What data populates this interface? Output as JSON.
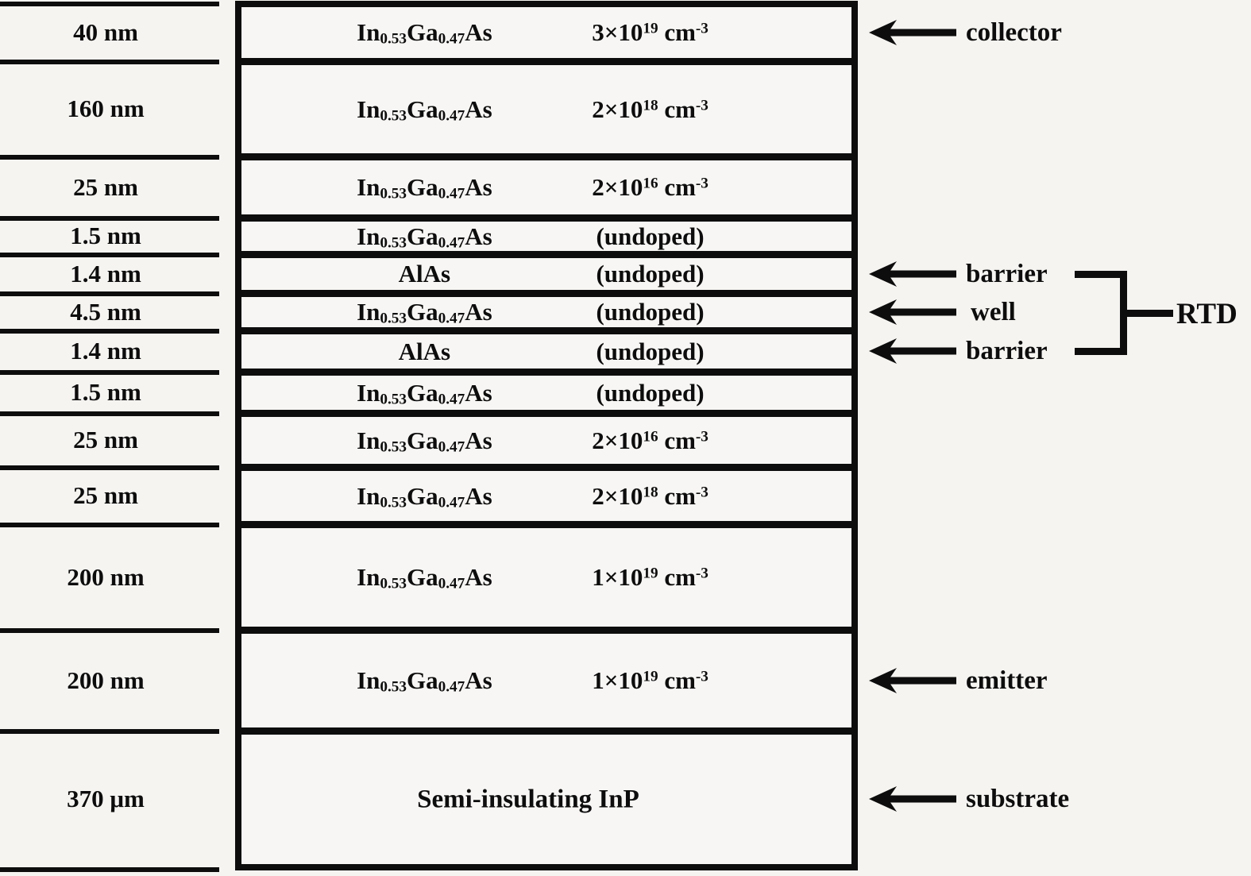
{
  "diagram": {
    "layers": [
      {
        "thickness": "40 nm",
        "material": "In_{0.53}Ga_{0.47}As",
        "doping": "3×10^{19} cm^{-3}"
      },
      {
        "thickness": "160 nm",
        "material": "In_{0.53}Ga_{0.47}As",
        "doping": "2×10^{18} cm^{-3}"
      },
      {
        "thickness": "25 nm",
        "material": "In_{0.53}Ga_{0.47}As",
        "doping": "2×10^{16} cm^{-3}"
      },
      {
        "thickness": "1.5 nm",
        "material": "In_{0.53}Ga_{0.47}As",
        "doping": "(undoped)"
      },
      {
        "thickness": "1.4 nm",
        "material": "AlAs",
        "doping": "(undoped)"
      },
      {
        "thickness": "4.5 nm",
        "material": "In_{0.53}Ga_{0.47}As",
        "doping": "(undoped)"
      },
      {
        "thickness": "1.4 nm",
        "material": "AlAs",
        "doping": "(undoped)"
      },
      {
        "thickness": "1.5 nm",
        "material": "In_{0.53}Ga_{0.47}As",
        "doping": "(undoped)"
      },
      {
        "thickness": "25 nm",
        "material": "In_{0.53}Ga_{0.47}As",
        "doping": "2×10^{16} cm^{-3}"
      },
      {
        "thickness": "25 nm",
        "material": "In_{0.53}Ga_{0.47}As",
        "doping": "2×10^{18} cm^{-3}"
      },
      {
        "thickness": "200 nm",
        "material": "In_{0.53}Ga_{0.47}As",
        "doping": "1×10^{19} cm^{-3}"
      },
      {
        "thickness": "200 nm",
        "material": "In_{0.53}Ga_{0.47}As",
        "doping": "1×10^{19} cm^{-3}"
      },
      {
        "thickness": "370 μm",
        "material": "Semi-insulating InP",
        "doping": ""
      }
    ],
    "annotations": {
      "collector": "collector",
      "barrier_top": "barrier",
      "well": "well",
      "barrier_bottom": "barrier",
      "rtd": "RTD",
      "emitter": "emitter",
      "substrate": "substrate"
    },
    "colors": {
      "ink": "#0d0d0d",
      "background": "#f5f4f1"
    }
  }
}
